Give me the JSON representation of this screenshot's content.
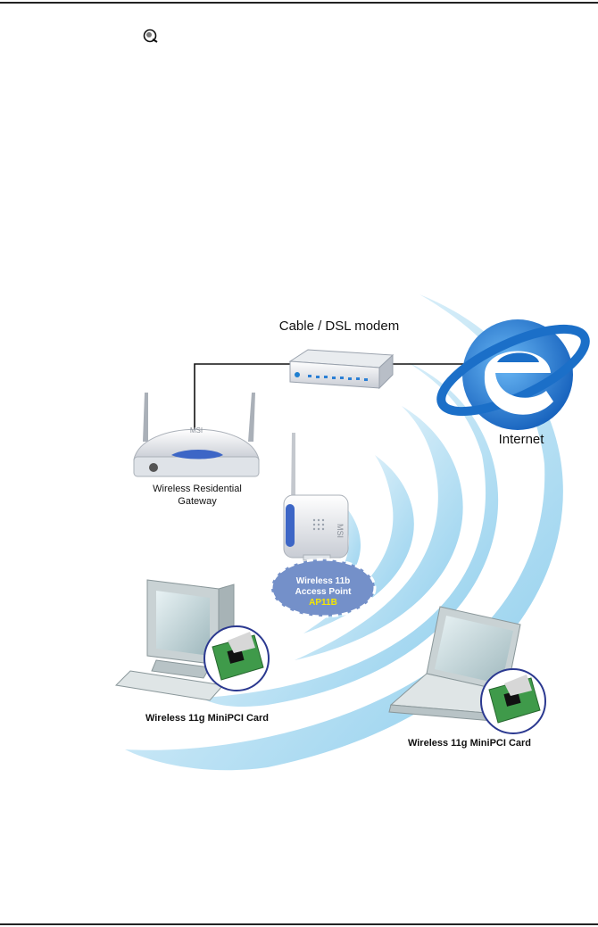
{
  "diagram": {
    "modem_label": "Cable / DSL modem",
    "internet_label": "Internet",
    "gateway_label_line1": "Wireless Residential",
    "gateway_label_line2": "Gateway",
    "ap_badge_line1": "Wireless 11b",
    "ap_badge_line2": "Access Point",
    "ap_badge_model": "AP11B",
    "desktop_label": "Wireless 11g MiniPCI Card",
    "laptop_label": "Wireless 11g MiniPCI Card",
    "device_brand": "MSI"
  },
  "colors": {
    "wave_blue": "#8fd0ee",
    "ie_blue": "#1b6fc8",
    "model_yellow": "#f5e600",
    "badge_blue": "#6f8fc8"
  },
  "icons": [
    "bullet-icon",
    "internet-explorer-icon",
    "modem-icon",
    "router-icon",
    "access-point-icon",
    "desktop-computer-icon",
    "laptop-icon",
    "minipci-card-icon"
  ]
}
